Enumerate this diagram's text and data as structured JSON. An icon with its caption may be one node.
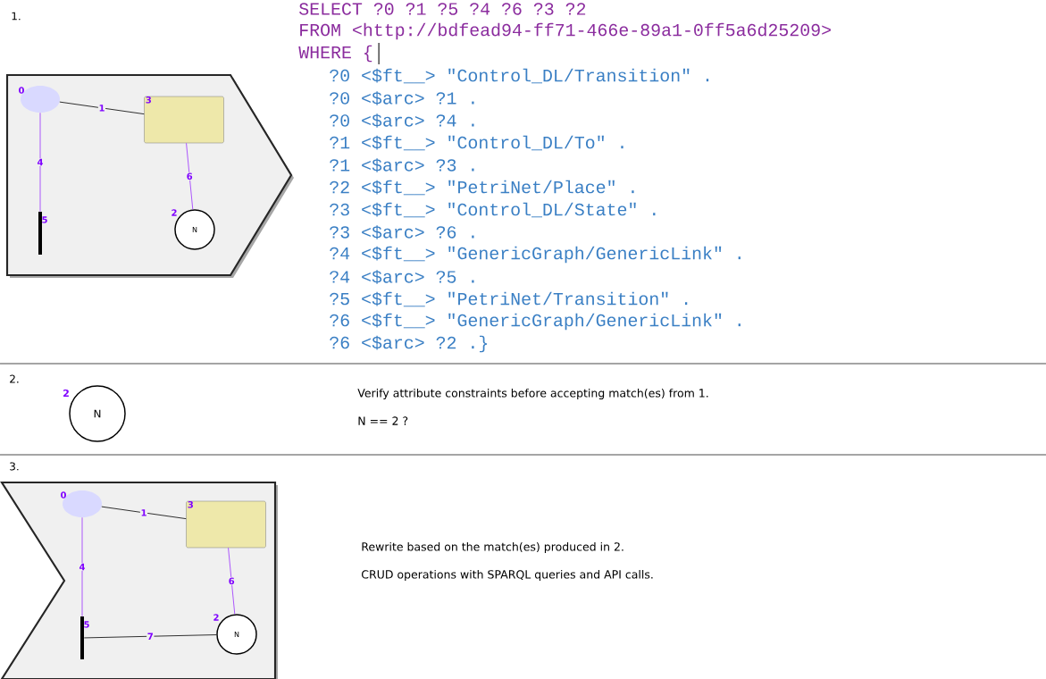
{
  "diagram": {
    "nodes": [
      {
        "text": [],
        "shape": "pentagon"
      },
      {
        "text": [],
        "shape": "ellipse",
        "in": 0,
        "beside": [
          "0"
        ]
      },
      {
        "text": [
          "3"
        ],
        "in": 0
      },
      {
        "text": [
          "N"
        ],
        "in": 0,
        "beside": [
          "2"
        ]
      },
      {
        "text": [],
        "shape": "bar",
        "in": 0,
        "beside": [
          "5"
        ]
      },
      {
        "text": [
          "N"
        ],
        "beside": [
          "2"
        ]
      },
      {
        "text": [],
        "shape": "chevron"
      },
      {
        "text": [],
        "shape": "ellipse",
        "in": 6,
        "beside": [
          "0"
        ]
      },
      {
        "text": [
          "3"
        ],
        "in": 6
      },
      {
        "text": [
          "N"
        ],
        "in": 6,
        "beside": [
          "2"
        ]
      },
      {
        "text": [],
        "shape": "bar",
        "in": 6,
        "beside": [
          "5"
        ]
      }
    ],
    "edges": [
      {
        "from": 1,
        "to": 2,
        "arrow": "none",
        "label": "1",
        "color": "#000000"
      },
      {
        "from": 1,
        "to": 4,
        "arrow": "none",
        "label": "4",
        "color": "#9b30ff"
      },
      {
        "from": 2,
        "to": 3,
        "arrow": "none",
        "label": "6",
        "color": "#9b30ff"
      },
      {
        "from": 7,
        "to": 8,
        "arrow": "none",
        "label": "1",
        "color": "#000000"
      },
      {
        "from": 7,
        "to": 10,
        "arrow": "none",
        "label": "4",
        "color": "#9b30ff"
      },
      {
        "from": 8,
        "to": 9,
        "arrow": "none",
        "label": "6",
        "color": "#9b30ff"
      },
      {
        "from": 10,
        "to": 9,
        "arrow": "none",
        "label": "7",
        "color": "#000000"
      }
    ],
    "labels": [
      "1.",
      "SELECT ?0 ?1 ?5 ?4 ?6 ?3 ?2",
      "FROM <http://bdfead94-ff71-466e-89a1-0ff5a6d25209>",
      "WHERE {",
      "?0 <$ft__> \"Control_DL/Transition\" .",
      "?0 <$arc> ?1 .",
      "?0 <$arc> ?4 .",
      "?1 <$ft__> \"Control_DL/To\" .",
      "?1 <$arc> ?3 .",
      "?2 <$ft__> \"PetriNet/Place\" .",
      "?3 <$ft__> \"Control_DL/State\" .",
      "?3 <$arc> ?6 .",
      "?4 <$ft__> \"GenericGraph/GenericLink\" .",
      "?4 <$arc> ?5 .",
      "?5 <$ft__> \"PetriNet/Transition\" .",
      "?6 <$ft__> \"GenericGraph/GenericLink\" .",
      "?6 <$arc> ?2 .}",
      "2.",
      "Verify attribute constraints before accepting match(es) from 1.",
      "N == 2 ?",
      "3.",
      "Rewrite based on the match(es) produced in 2.",
      "CRUD operations with SPARQL queries and API calls."
    ]
  }
}
